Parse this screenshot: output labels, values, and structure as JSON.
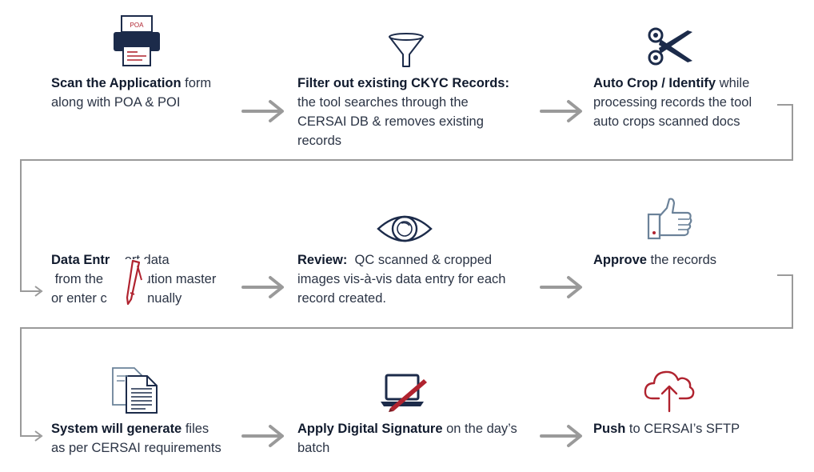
{
  "steps": [
    {
      "bold": "Scan the Application",
      "rest": " form",
      "lines": [
        "along with POA & POI"
      ],
      "icon": "scanner-printer-icon",
      "icon_label": "POA"
    },
    {
      "bold": "Filter out existing CKYC Records:",
      "rest": "",
      "lines": [
        "the tool searches through the",
        "CERSAI DB & removes existing",
        "records"
      ],
      "icon": "funnel-filter-icon"
    },
    {
      "bold": "Auto Crop / Identify",
      "rest": " while",
      "lines": [
        "processing records the tool",
        "auto crops scanned docs"
      ],
      "icon": "scissors-icon"
    },
    {
      "bold": "Data Entr",
      "rest": "    ort data",
      "lines": [
        " from the           ution master",
        "or enter c         anually"
      ],
      "icon": "pen-icon"
    },
    {
      "bold": "Review:",
      "rest": "  QC scanned & cropped",
      "lines": [
        "images vis-à-vis data entry for each",
        "record created."
      ],
      "icon": "eye-icon"
    },
    {
      "bold": "Approve",
      "rest": " the records",
      "lines": [],
      "icon": "thumbs-up-icon"
    },
    {
      "bold": "System will generate",
      "rest": " files",
      "lines": [
        "as per CERSAI requirements"
      ],
      "icon": "documents-icon"
    },
    {
      "bold": "Apply Digital Signature",
      "rest": " on the day’s",
      "lines": [
        "batch"
      ],
      "icon": "laptop-signature-icon"
    },
    {
      "bold": "Push",
      "rest": " to CERSAI’s SFTP",
      "lines": [],
      "icon": "cloud-upload-icon"
    }
  ],
  "colors": {
    "navy": "#1c2b4a",
    "red": "#b0232f",
    "slate": "#6b8299",
    "arrow": "#9a9a9a"
  }
}
